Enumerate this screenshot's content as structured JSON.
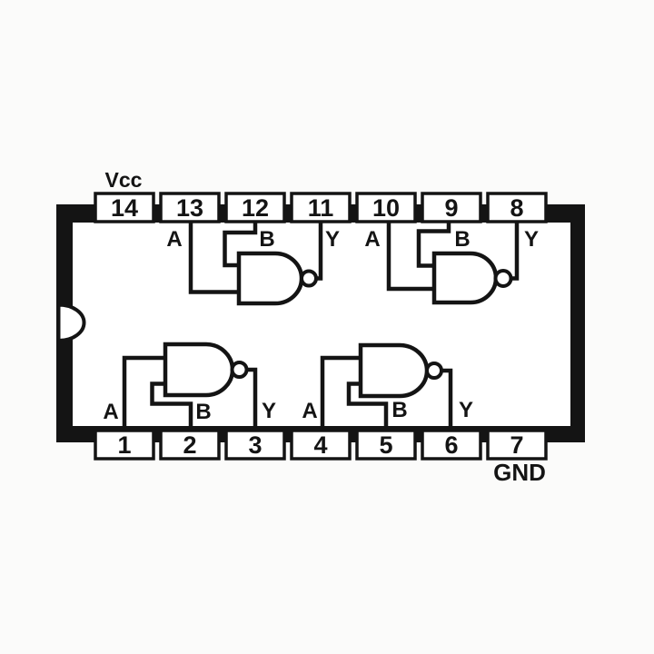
{
  "colors": {
    "line": "#141414",
    "paper": "#fbfbfa",
    "fill": "#ffffff"
  },
  "ic": {
    "power_label": "Vcc",
    "ground_label": "GND",
    "top_pins": [
      "14",
      "13",
      "12",
      "11",
      "10",
      "9",
      "8"
    ],
    "bottom_pins": [
      "1",
      "2",
      "3",
      "4",
      "5",
      "6",
      "7"
    ],
    "gates": [
      {
        "input_a_label": "A",
        "input_b_label": "B",
        "output_label": "Y",
        "input_a_pin": "13",
        "input_b_pin": "12",
        "output_pin": "11"
      },
      {
        "input_a_label": "A",
        "input_b_label": "B",
        "output_label": "Y",
        "input_a_pin": "10",
        "input_b_pin": "9",
        "output_pin": "8"
      },
      {
        "input_a_label": "A",
        "input_b_label": "B",
        "output_label": "Y",
        "input_a_pin": "1",
        "input_b_pin": "2",
        "output_pin": "3"
      },
      {
        "input_a_label": "A",
        "input_b_label": "B",
        "output_label": "Y",
        "input_a_pin": "4",
        "input_b_pin": "5",
        "output_pin": "6"
      }
    ]
  }
}
